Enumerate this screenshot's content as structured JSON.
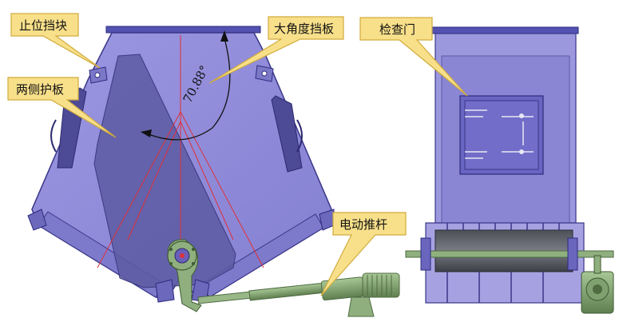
{
  "callouts": {
    "stop_block": "止位挡块",
    "side_plates": "两侧护板",
    "large_angle_baffle": "大角度挡板",
    "inspection_door": "检查门",
    "electric_actuator": "电动推杆"
  },
  "angle_label": "70.88°",
  "colors": {
    "body_fill": "#8e8ad8",
    "body_stroke": "#3a3688",
    "plate_fill": "#5d5aa0",
    "callout_fill": "#f8e08a",
    "callout_stroke": "#d1ab3c",
    "guide_line": "#e0303a",
    "actuator": "#8aa97a"
  }
}
